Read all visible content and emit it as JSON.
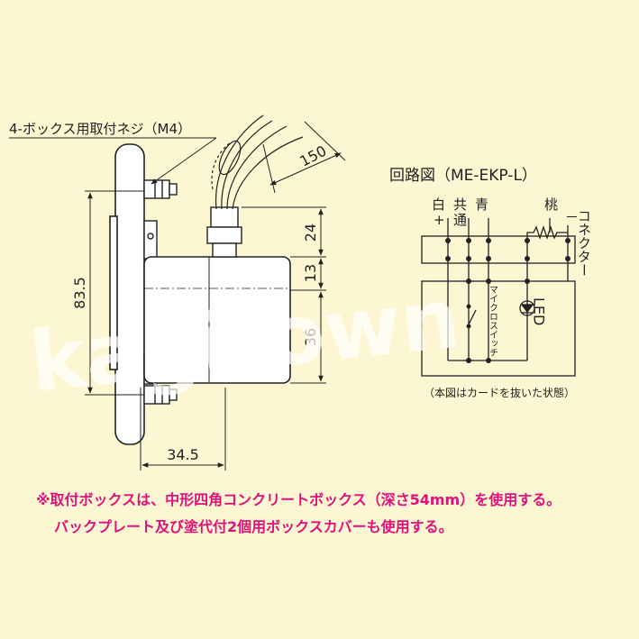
{
  "labels": {
    "screw": "4-ボックス用取付ネジ（M4）",
    "dim_150": "150",
    "dim_24": "24",
    "dim_13": "13",
    "dim_36": "36",
    "dim_83_5": "83.5",
    "dim_34_5": "34.5"
  },
  "circuit": {
    "title": "回路図（ME-EKP-L）",
    "white": "白",
    "plus": "+",
    "common_1": "共",
    "common_2": "通",
    "blue": "青",
    "peach": "桃",
    "minus": "－",
    "connector": "コネクター",
    "microswitch": "マイクロスイッチ",
    "led": "LED",
    "caption": "（本図はカードを抜いた状態）"
  },
  "watermark": "kagitown",
  "notes": {
    "line1": "※取付ボックスは、中形四角コンクリートボックス（深さ54mm）を使用する。",
    "line2": "バックプレート及び塗代付2個用ボックスカバーも使用する。"
  },
  "colors": {
    "background": "#fdf6d2",
    "note": "#e0117a",
    "line": "#222222",
    "watermark": "#ffffff"
  }
}
